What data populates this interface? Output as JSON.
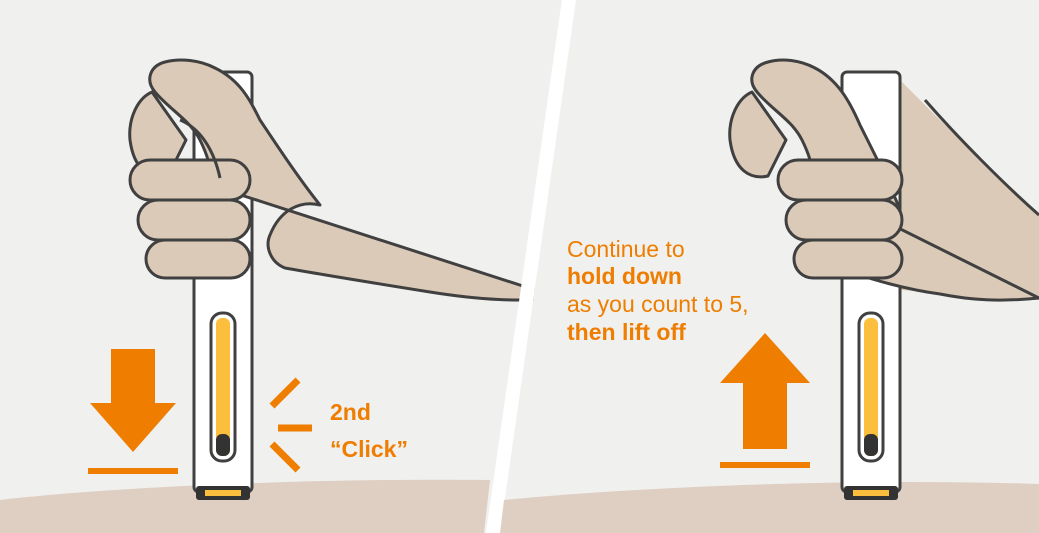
{
  "panels": [
    {
      "id": "step-press",
      "annotation": {
        "line1": "2nd",
        "line2": "“Click”"
      }
    },
    {
      "id": "step-hold",
      "instruction": {
        "line1": "Continue to",
        "line2": "hold down",
        "line3": "as you count to 5,",
        "line4": "then lift off"
      }
    }
  ],
  "colors": {
    "background": "#f0f0ef",
    "skin_surface": "#dfcfc2",
    "hand_fill": "#dccab9",
    "outline": "#404040",
    "accent_orange": "#ee7d00",
    "window_yellow": "#fbbf3d",
    "pen_body": "#ffffff"
  },
  "icons": [
    "arrow-down-icon",
    "arrow-up-icon",
    "click-burst-icon",
    "hand-icon",
    "autoinjector-pen-icon"
  ]
}
